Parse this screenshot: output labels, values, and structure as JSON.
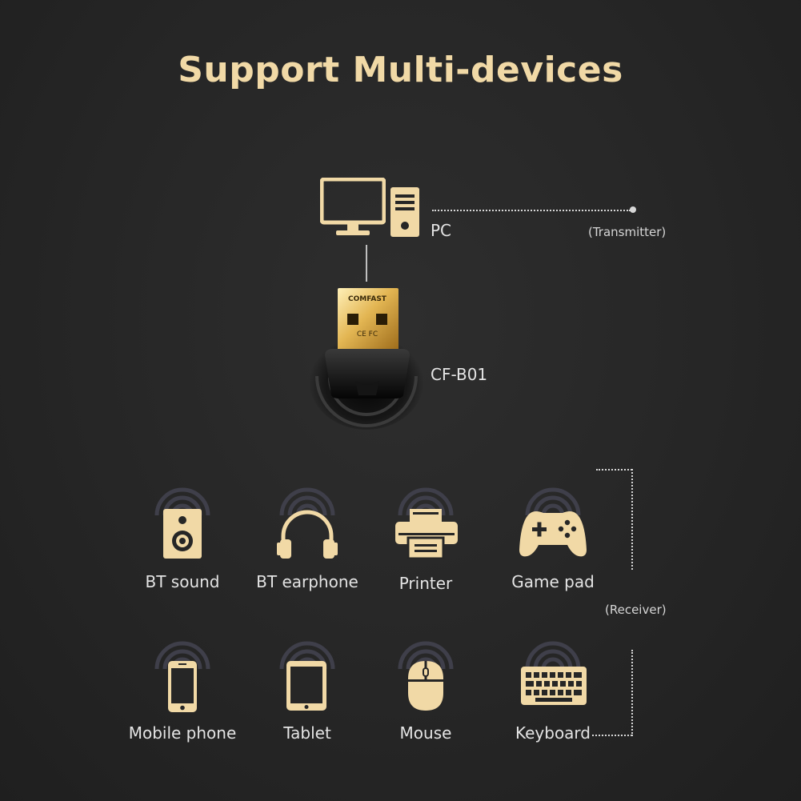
{
  "title": "Support Multi-devices",
  "colors": {
    "accent": "#f1d9a6",
    "background": "#262626",
    "text": "#e4e4e4"
  },
  "pc": {
    "label": "PC",
    "role": "(Transmitter)"
  },
  "adapter": {
    "label": "CF-B01",
    "brand": "COMFAST",
    "marks": "CE FC"
  },
  "receiver_role": "(Receiver)",
  "devices": [
    {
      "label": "BT sound",
      "icon": "speaker-icon"
    },
    {
      "label": "BT earphone",
      "icon": "headphones-icon"
    },
    {
      "label": "Printer",
      "icon": "printer-icon"
    },
    {
      "label": "Game pad",
      "icon": "gamepad-icon"
    },
    {
      "label": "Mobile phone",
      "icon": "mobile-phone-icon"
    },
    {
      "label": "Tablet",
      "icon": "tablet-icon"
    },
    {
      "label": "Mouse",
      "icon": "mouse-icon"
    },
    {
      "label": "Keyboard",
      "icon": "keyboard-icon"
    }
  ]
}
